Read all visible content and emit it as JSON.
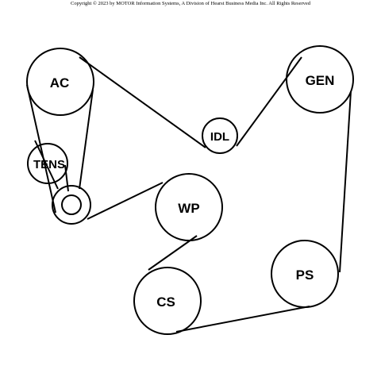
{
  "copyright": "Copyright © 2023 by MOTOR Information Systems, A Division of Hearst Business Media Inc. All Rights Reserved",
  "pulleys": {
    "ac": "AC",
    "gen": "GEN",
    "idl": "IDL",
    "tens": "TENS",
    "wp": "WP",
    "ps": "PS",
    "cs": "CS"
  },
  "colors": {
    "line": "#000000",
    "background": "#ffffff"
  }
}
